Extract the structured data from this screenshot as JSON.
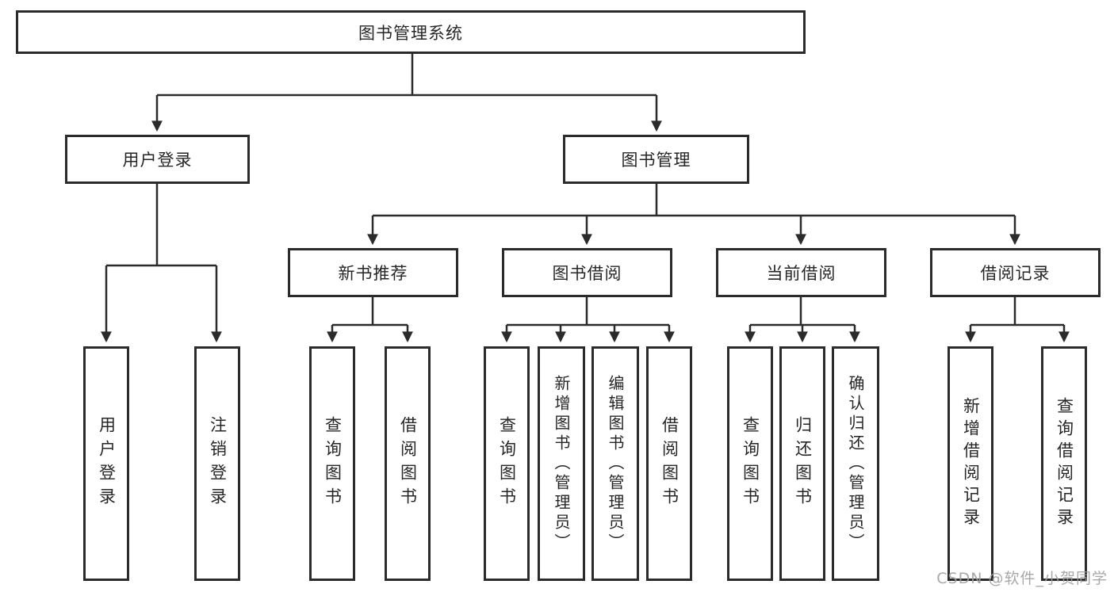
{
  "watermark": "CSDN @软件_小贺同学",
  "tree": {
    "root": {
      "label": "图书管理系统"
    },
    "branches": [
      {
        "label": "用户登录",
        "children": [
          {
            "label": "用户登录"
          },
          {
            "label": "注销登录"
          }
        ]
      },
      {
        "label": "图书管理",
        "children": [
          {
            "label": "新书推荐",
            "children": [
              {
                "label": "查询图书"
              },
              {
                "label": "借阅图书"
              }
            ]
          },
          {
            "label": "图书借阅",
            "children": [
              {
                "label": "查询图书"
              },
              {
                "label": "新增图书（管理员）"
              },
              {
                "label": "编辑图书（管理员）"
              },
              {
                "label": "借阅图书"
              }
            ]
          },
          {
            "label": "当前借阅",
            "children": [
              {
                "label": "查询图书"
              },
              {
                "label": "归还图书"
              },
              {
                "label": "确认归还（管理员）"
              }
            ]
          },
          {
            "label": "借阅记录",
            "children": [
              {
                "label": "新增借阅记录"
              },
              {
                "label": "查询借阅记录"
              }
            ]
          }
        ]
      }
    ]
  },
  "colors": {
    "line": "#2b2b2b",
    "text": "#262626",
    "watermark": "#9e9e9e"
  }
}
